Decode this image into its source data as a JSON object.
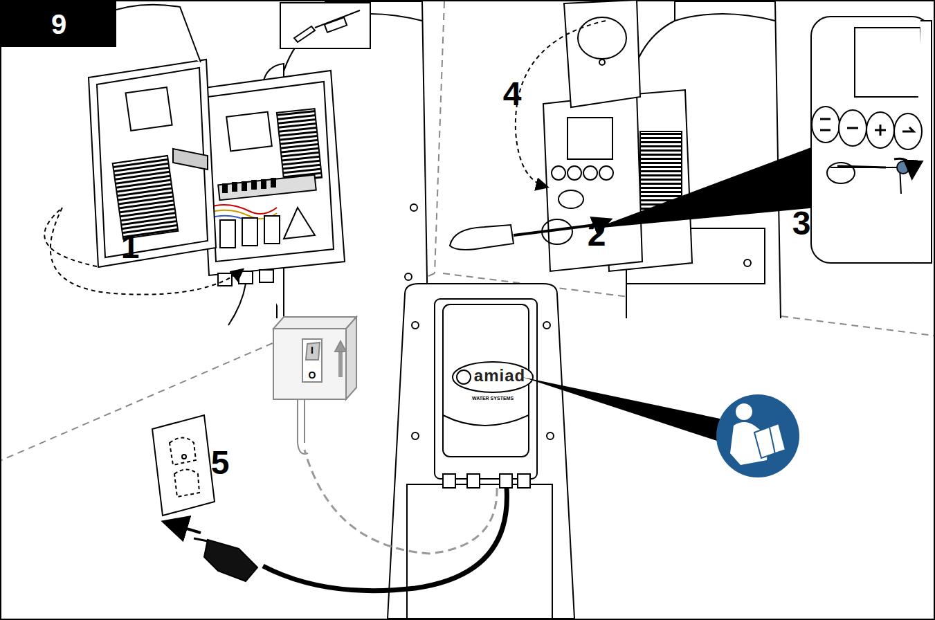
{
  "diagram": {
    "nodes": [
      {
        "text": [
          "9"
        ]
      }
    ],
    "labels": [
      "1",
      "2",
      "3",
      "4",
      "5",
      "amiad",
      "WATER SYSTEMS",
      "I",
      "O"
    ]
  }
}
